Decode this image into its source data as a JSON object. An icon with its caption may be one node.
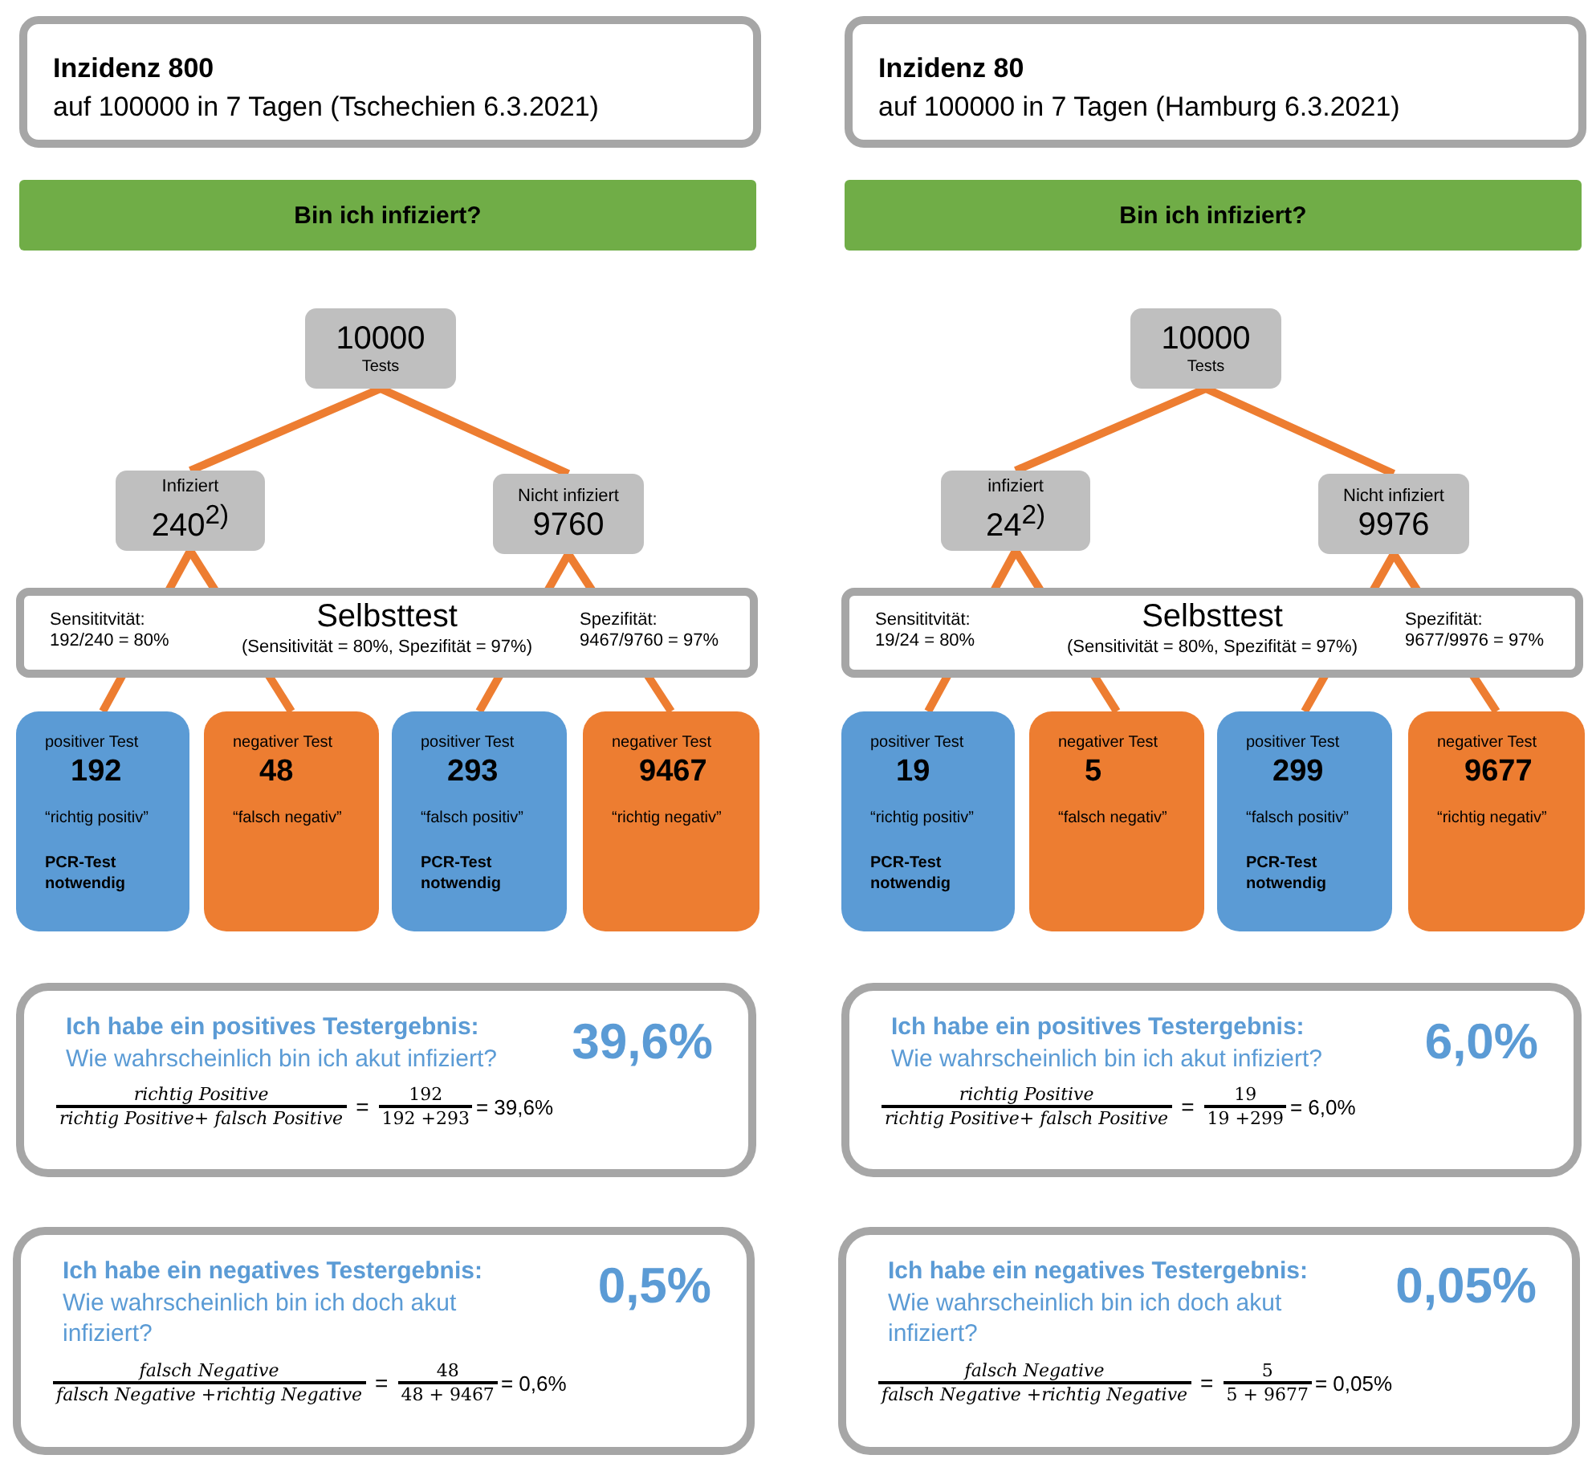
{
  "diagram": {
    "nodes": [
      {
        "text": [
          "Inzidenz 800",
          "auf 100000 in 7 Tagen (Tschechien 6.3.2021)"
        ]
      },
      {
        "text": [
          "Bin ich infiziert?"
        ]
      },
      {
        "text": [
          "10000",
          "Tests"
        ]
      },
      {
        "text": [
          "Infiziert",
          "240$^{2)}$"
        ]
      },
      {
        "text": [
          "Nicht infiziert",
          "9760"
        ]
      },
      {
        "text": [
          "positiver Test",
          "192",
          "“richtig positiv”",
          "PCR-Test notwendig"
        ]
      },
      {
        "text": [
          "negativer Test",
          "48",
          "“falsch negativ”"
        ]
      },
      {
        "text": [
          "positiver Test",
          "293",
          "“falsch positiv”",
          "PCR-Test notwendig"
        ]
      },
      {
        "text": [
          "negativer Test",
          "9467",
          "“richtig negativ”"
        ]
      },
      {
        "text": [
          "Ich habe ein positives Testergebnis:",
          "Wie wahrscheinlich bin ich akut infiziert?",
          "39,6%",
          "richtig Positive",
          "richtig Positive+ falsch Positive",
          "=",
          "192",
          "192 +293",
          "= 39,6%"
        ]
      },
      {
        "text": [
          "Ich habe ein negatives Testergebnis:",
          "Wie wahrscheinlich bin ich doch akut infiziert?",
          "0,5%",
          "falsch Negative",
          "falsch Negative +richtig Negative",
          "=",
          "48",
          "48 + 9467",
          "= 0,6%"
        ]
      },
      {
        "text": [
          "Inzidenz 80",
          "auf 100000 in 7 Tagen (Hamburg 6.3.2021)"
        ]
      },
      {
        "text": [
          "Bin ich infiziert?"
        ]
      },
      {
        "text": [
          "10000",
          "Tests"
        ]
      },
      {
        "text": [
          "infiziert",
          "24$^{2)}$"
        ]
      },
      {
        "text": [
          "Nicht infiziert",
          "9976"
        ]
      },
      {
        "text": [
          "positiver Test",
          "19",
          "“richtig positiv”",
          "PCR-Test notwendig"
        ]
      },
      {
        "text": [
          "negativer Test",
          "5",
          "“falsch negativ”"
        ]
      },
      {
        "text": [
          "positiver Test",
          "299",
          "“falsch positiv”",
          "PCR-Test notwendig"
        ]
      },
      {
        "text": [
          "negativer Test",
          "9677",
          "“richtig negativ”"
        ]
      },
      {
        "text": [
          "Ich habe ein positives Testergebnis:",
          "Wie wahrscheinlich bin ich akut infiziert?",
          "6,0%",
          "richtig Positive",
          "richtig Positive+ falsch Positive",
          "=",
          "19",
          "19 +299",
          "= 6,0%"
        ]
      },
      {
        "text": [
          "Ich habe ein negatives Testergebnis:",
          "Wie wahrscheinlich bin ich doch akut infiziert?",
          "0,05%",
          "falsch Negative",
          "falsch Negative +richtig Negative",
          "=",
          "5",
          "5 + 9677",
          "= 0,05%"
        ]
      }
    ],
    "edges": [
      {
        "from": 2,
        "to": 3,
        "arrow": "none"
      },
      {
        "from": 2,
        "to": 4,
        "arrow": "none"
      },
      {
        "from": 3,
        "to": 5,
        "arrow": "none"
      },
      {
        "from": 3,
        "to": 6,
        "arrow": "none"
      },
      {
        "from": 4,
        "to": 7,
        "arrow": "none"
      },
      {
        "from": 4,
        "to": 8,
        "arrow": "none"
      },
      {
        "from": 13,
        "to": 14,
        "arrow": "none"
      },
      {
        "from": 13,
        "to": 15,
        "arrow": "none"
      },
      {
        "from": 14,
        "to": 16,
        "arrow": "none"
      },
      {
        "from": 14,
        "to": 17,
        "arrow": "none"
      },
      {
        "from": 15,
        "to": 18,
        "arrow": "none"
      },
      {
        "from": 15,
        "to": 19,
        "arrow": "none"
      }
    ],
    "labels": [
      "Sensititvität: 192/240 = 80%",
      "Selbsttest",
      "(Sensitivität = 80%, Spezifität = 97%)",
      "Spezifität: 9467/9760 = 97%",
      "Sensititvität: 19/24 = 80%",
      "Selbsttest",
      "(Sensitivität = 80%, Spezifität = 97%)",
      "Spezifität: 9677/9976 = 97%"
    ]
  }
}
